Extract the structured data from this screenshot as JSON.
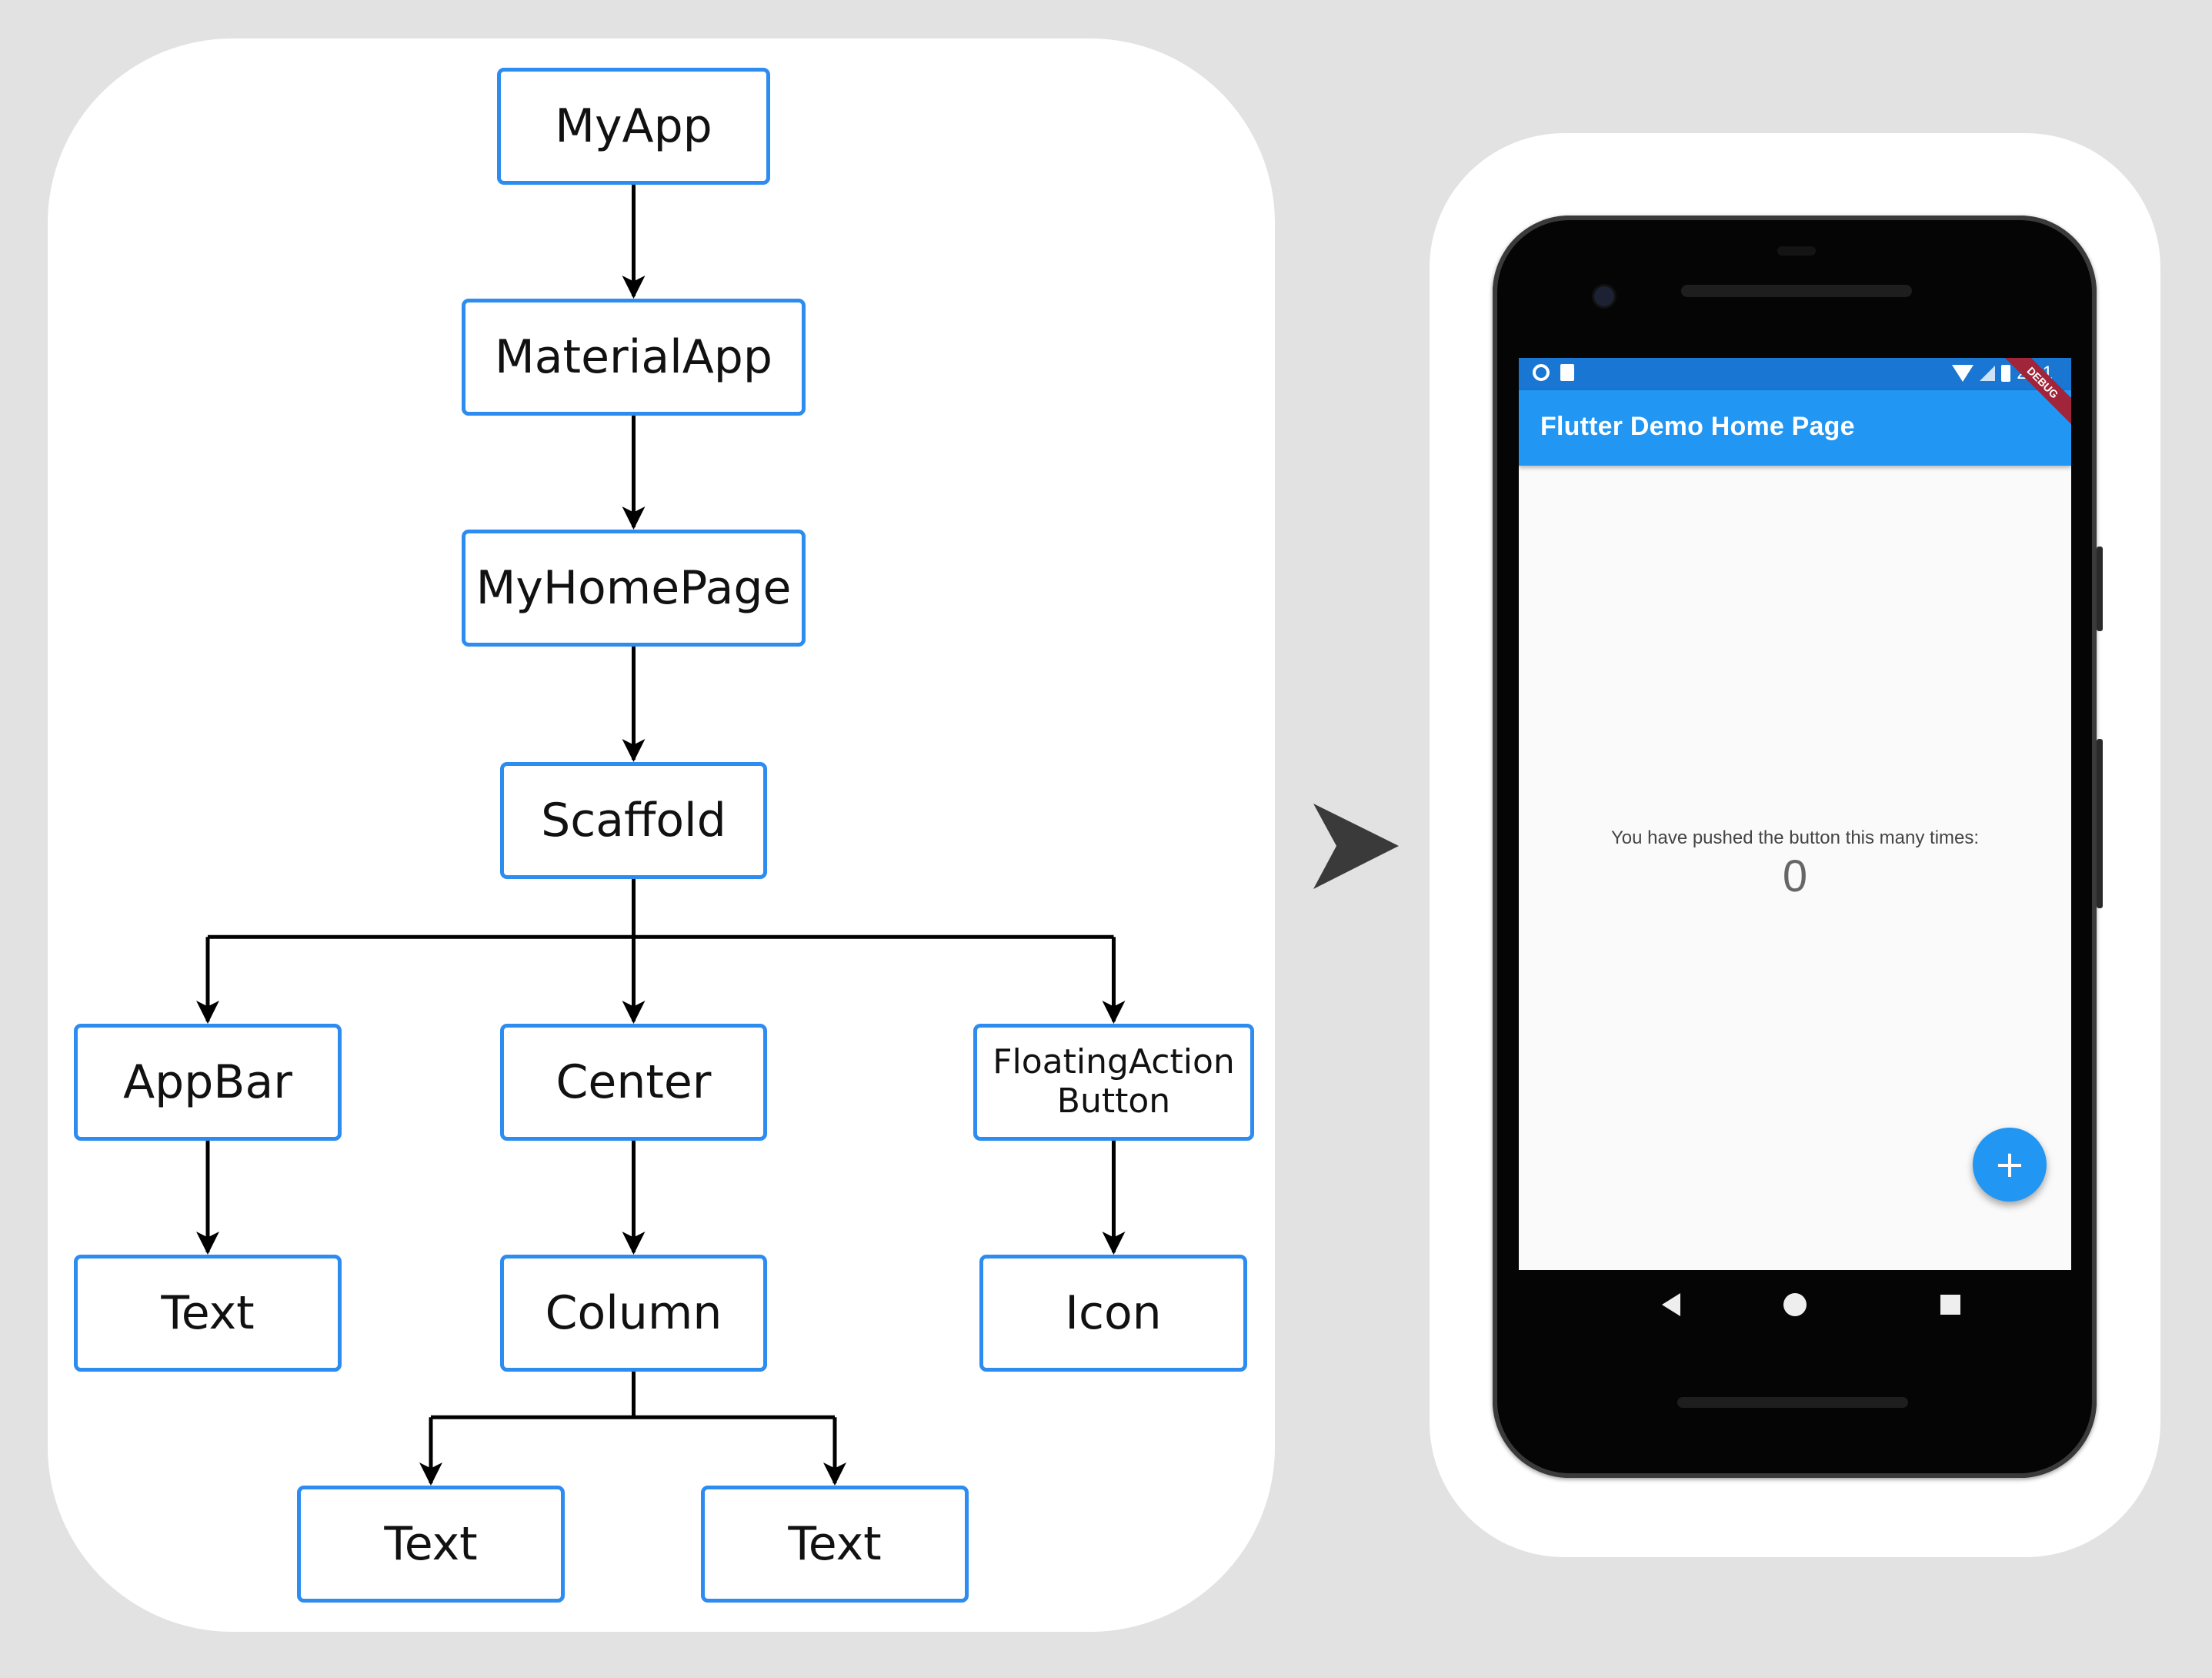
{
  "tree": {
    "nodes": [
      {
        "id": "myapp",
        "label": "MyApp"
      },
      {
        "id": "materialapp",
        "label": "MaterialApp"
      },
      {
        "id": "myhomepage",
        "label": "MyHomePage"
      },
      {
        "id": "scaffold",
        "label": "Scaffold"
      },
      {
        "id": "appbar",
        "label": "AppBar"
      },
      {
        "id": "center",
        "label": "Center"
      },
      {
        "id": "fab",
        "label": "FloatingAction\nButton"
      },
      {
        "id": "appbar_text",
        "label": "Text"
      },
      {
        "id": "column",
        "label": "Column"
      },
      {
        "id": "icon",
        "label": "Icon"
      },
      {
        "id": "column_text_1",
        "label": "Text"
      },
      {
        "id": "column_text_2",
        "label": "Text"
      }
    ],
    "edges": [
      [
        "myapp",
        "materialapp"
      ],
      [
        "materialapp",
        "myhomepage"
      ],
      [
        "myhomepage",
        "scaffold"
      ],
      [
        "scaffold",
        "appbar"
      ],
      [
        "scaffold",
        "center"
      ],
      [
        "scaffold",
        "fab"
      ],
      [
        "appbar",
        "appbar_text"
      ],
      [
        "center",
        "column"
      ],
      [
        "fab",
        "icon"
      ],
      [
        "column",
        "column_text_1"
      ],
      [
        "column",
        "column_text_2"
      ]
    ]
  },
  "phone": {
    "status_time": "2:01",
    "debug_label": "DEBUG",
    "appbar_title": "Flutter Demo Home Page",
    "body_text": "You have pushed the button this many times:",
    "counter": "0",
    "fab_icon": "+",
    "colors": {
      "primary": "#2196f3",
      "status": "#1976d2",
      "debug": "#a0243a"
    }
  },
  "colors": {
    "node_border": "#2d8cf0",
    "background": "#e2e2e2",
    "arrow": "#3a3a3a"
  }
}
